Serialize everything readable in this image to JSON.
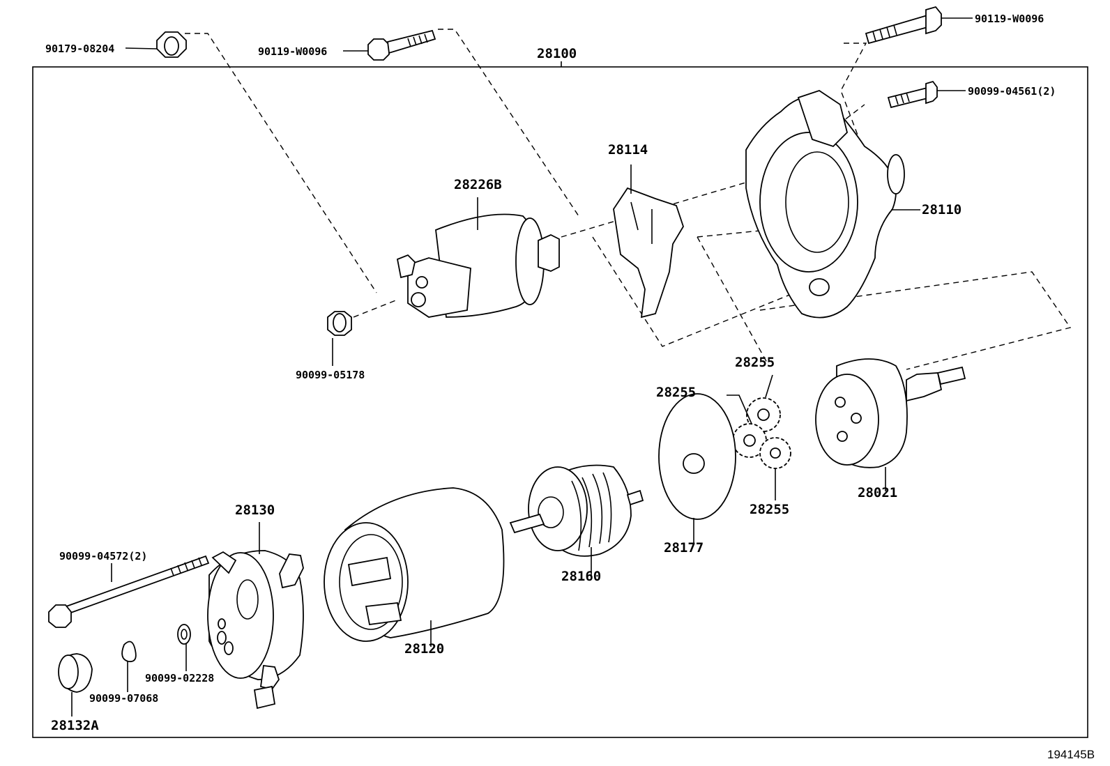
{
  "figure_code": "194145B",
  "assembly_label": "28100",
  "labels": {
    "p28100": "28100",
    "p90179_08204": "90179-08204",
    "p90119_W0096_a": "90119-W0096",
    "p90119_W0096_b": "90119-W0096",
    "p90099_04561": "90099-04561(2)",
    "p28114": "28114",
    "p28226B": "28226B",
    "p28110": "28110",
    "p90099_05178": "90099-05178",
    "p28255_a": "28255",
    "p28255_b": "28255",
    "p28255_c": "28255",
    "p28021": "28021",
    "p28177": "28177",
    "p28160": "28160",
    "p28130": "28130",
    "p28120": "28120",
    "p90099_04572": "90099-04572(2)",
    "p90099_02228": "90099-02228",
    "p90099_07068": "90099-07068",
    "p28132A": "28132A"
  }
}
